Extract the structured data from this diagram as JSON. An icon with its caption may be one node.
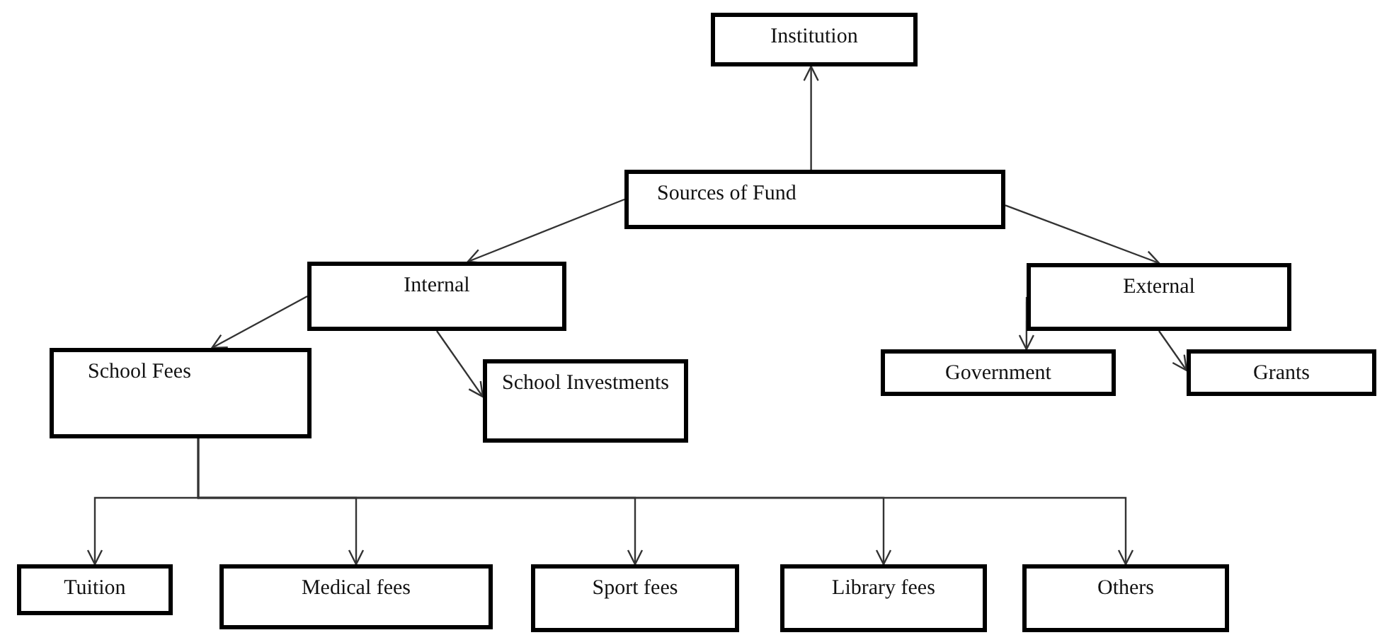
{
  "diagram": {
    "nodes": [
      {
        "text": [
          "Institution"
        ]
      },
      {
        "text": [
          "Sources of Fund"
        ]
      },
      {
        "text": [
          "Internal"
        ]
      },
      {
        "text": [
          "External"
        ]
      },
      {
        "text": [
          "School Fees"
        ]
      },
      {
        "text": [
          "School Investments"
        ]
      },
      {
        "text": [
          "Government"
        ]
      },
      {
        "text": [
          "Grants"
        ]
      },
      {
        "text": [
          "Tuition"
        ]
      },
      {
        "text": [
          "Medical fees"
        ]
      },
      {
        "text": [
          "Sport fees"
        ]
      },
      {
        "text": [
          "Library fees"
        ]
      },
      {
        "text": [
          "Others"
        ]
      }
    ],
    "edges": [
      {
        "from": 1,
        "to": 0,
        "arrow": "to"
      },
      {
        "from": 1,
        "to": 2,
        "arrow": "to"
      },
      {
        "from": 1,
        "to": 3,
        "arrow": "to"
      },
      {
        "from": 2,
        "to": 4,
        "arrow": "to"
      },
      {
        "from": 2,
        "to": 5,
        "arrow": "to"
      },
      {
        "from": 3,
        "to": 6,
        "arrow": "to"
      },
      {
        "from": 3,
        "to": 7,
        "arrow": "to"
      },
      {
        "from": 4,
        "to": 8,
        "arrow": "to"
      },
      {
        "from": 4,
        "to": 9,
        "arrow": "to"
      },
      {
        "from": 4,
        "to": 10,
        "arrow": "to"
      },
      {
        "from": 4,
        "to": 11,
        "arrow": "to"
      },
      {
        "from": 4,
        "to": 12,
        "arrow": "to"
      }
    ]
  }
}
